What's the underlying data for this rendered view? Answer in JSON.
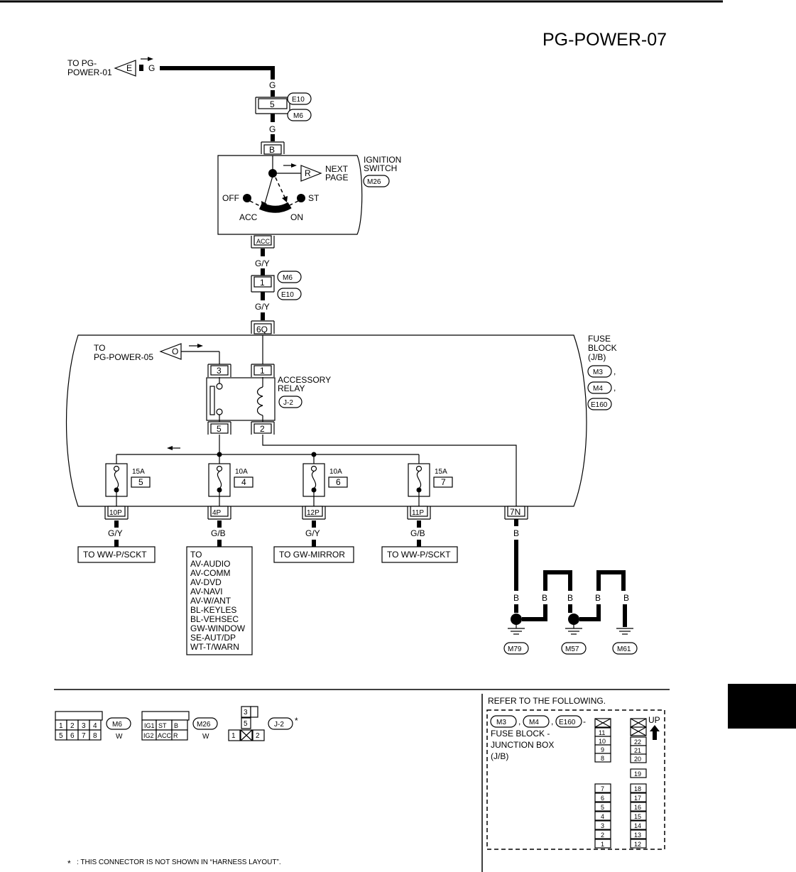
{
  "header": {
    "page_id": "PG-POWER-07"
  },
  "top_source": {
    "dest_line1": "TO PG-",
    "dest_line2": "POWER-01",
    "flag": "E",
    "wire": "G"
  },
  "connectors": {
    "e10_m6": {
      "pin": "5",
      "upper": "E10",
      "lower": "M6",
      "wire_in": "G",
      "wire_out": "G"
    },
    "m6_e10": {
      "pin": "1",
      "upper": "M6",
      "lower": "E10",
      "wire_in": "G/Y",
      "wire_out": "G/Y"
    }
  },
  "ignition_switch": {
    "title_line1": "IGNITION",
    "title_line2": "SWITCH",
    "connector": "M26",
    "pin_in": "B",
    "pin_out": "ACC",
    "off": "OFF",
    "acc": "ACC",
    "on": "ON",
    "st": "ST",
    "next_flag": "R",
    "next_line1": "NEXT",
    "next_line2": "PAGE"
  },
  "fuse_block": {
    "title_line1": "FUSE",
    "title_line2": "BLOCK",
    "title_line3": "(J/B)",
    "conn1": "M3",
    "conn2": "M4",
    "conn3": "E160",
    "sep": ",",
    "pin_in": "6Q"
  },
  "to_pg_power_05": {
    "line1": "TO",
    "line2": "PG-POWER-05",
    "flag": "O"
  },
  "relay": {
    "line1": "ACCESSORY",
    "line2": "RELAY",
    "connector": "J-2",
    "pin3": "3",
    "pin1": "1",
    "pin5": "5",
    "pin2": "2"
  },
  "fuses": [
    {
      "amp": "15A",
      "num": "5",
      "pin": "10P",
      "wire": "G/Y",
      "dest": "TO WW-P/SCKT"
    },
    {
      "amp": "10A",
      "num": "4",
      "pin": "4P",
      "wire": "G/B",
      "dest": "TO"
    },
    {
      "amp": "10A",
      "num": "6",
      "pin": "12P",
      "wire": "G/Y",
      "dest": "TO GW-MIRROR"
    },
    {
      "amp": "15A",
      "num": "7",
      "pin": "11P",
      "wire": "G/B",
      "dest": "TO WW-P/SCKT"
    }
  ],
  "fuse4_dest_list": [
    "AV-AUDIO",
    "AV-COMM",
    "AV-DVD",
    "AV-NAVI",
    "AV-W/ANT",
    "BL-KEYLES",
    "BL-VEHSEC",
    "GW-WINDOW",
    "SE-AUT/DP",
    "WT-T/WARN"
  ],
  "ground": {
    "pin": "7N",
    "wire": "B",
    "labels": [
      "B",
      "B",
      "B",
      "B",
      "B"
    ],
    "grounds": [
      "M79",
      "M57",
      "M61"
    ]
  },
  "legend": {
    "m6": {
      "pins_top": [
        "1",
        "2",
        "3",
        "4"
      ],
      "pins_bottom": [
        "5",
        "6",
        "7",
        "8"
      ],
      "name": "M6",
      "color": "W"
    },
    "m26": {
      "pins_top": [
        "IG1",
        "ST",
        "B"
      ],
      "pins_bottom": [
        "IG2",
        "ACC",
        "R"
      ],
      "name": "M26",
      "color": "W"
    },
    "j2": {
      "pin_top": "3",
      "pin_mid": "5",
      "pin_left": "1",
      "pin_right": "2",
      "name": "J-2",
      "star": "*"
    }
  },
  "reference": {
    "title": "REFER TO THE FOLLOWING.",
    "c1": "M3",
    "c2": "M4",
    "c3": "E160",
    "dash": "-",
    "line2": "FUSE BLOCK -",
    "line3": "JUNCTION BOX",
    "line4": "(J/B)",
    "up": "UP",
    "col1_top": [
      "11",
      "10",
      "9",
      "8"
    ],
    "col1_bottom": [
      "7",
      "6",
      "5",
      "4",
      "3",
      "2",
      "1"
    ],
    "col2_top": [
      "22",
      "21",
      "20"
    ],
    "col2_mid": "19",
    "col2_bottom": [
      "18",
      "17",
      "16",
      "15",
      "14",
      "13",
      "12"
    ]
  },
  "footnote": {
    "star": "*",
    "text": ": THIS CONNECTOR IS NOT SHOWN IN “HARNESS LAYOUT”."
  }
}
